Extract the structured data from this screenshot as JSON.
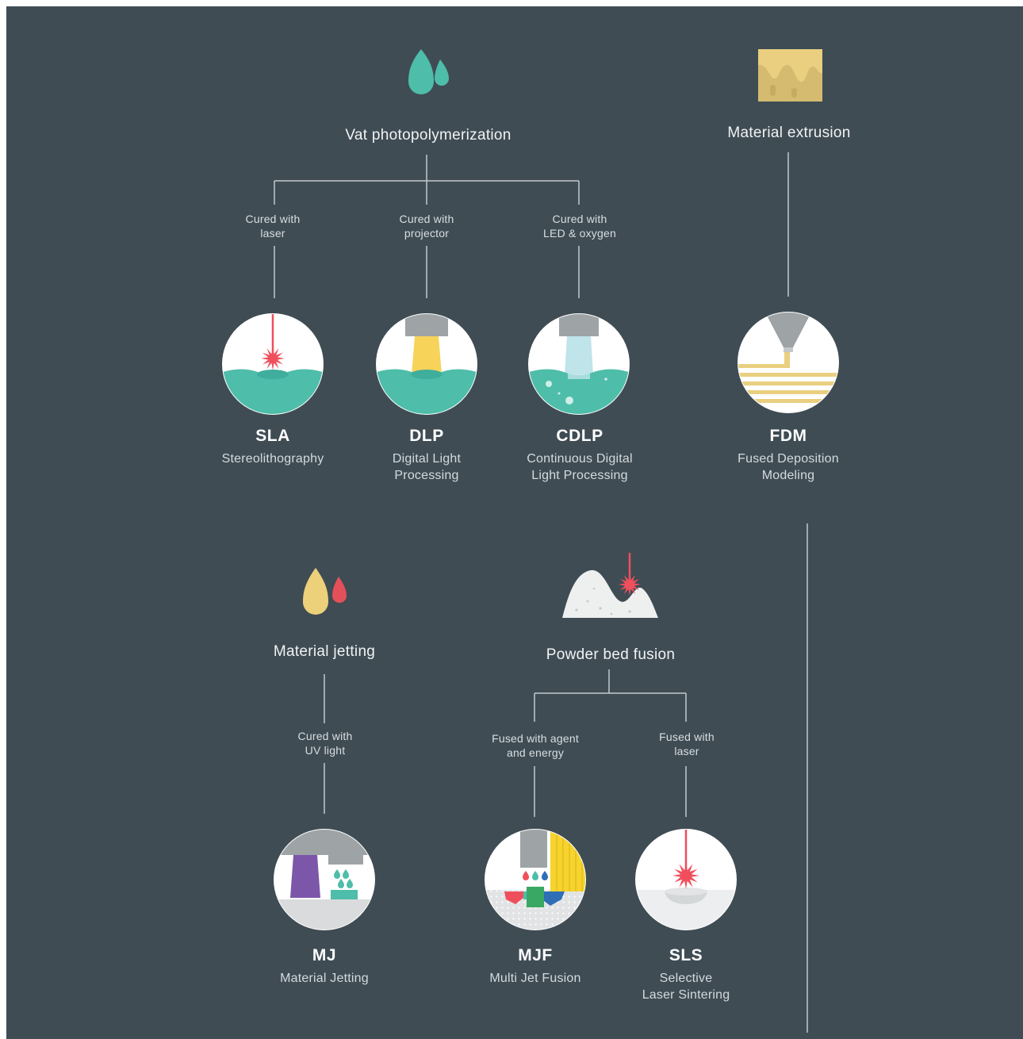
{
  "categories": {
    "vat": "Vat photopolymerization",
    "extrusion": "Material extrusion",
    "jetting": "Material jetting",
    "powder": "Powder bed fusion"
  },
  "conditions": {
    "sla": [
      "Cured with",
      "laser"
    ],
    "dlp": [
      "Cured with",
      "projector"
    ],
    "cdlp": [
      "Cured with",
      "LED & oxygen"
    ],
    "mj": [
      "Cured with",
      "UV light"
    ],
    "mjf": [
      "Fused with agent",
      "and energy"
    ],
    "sls": [
      "Fused with",
      "laser"
    ]
  },
  "technologies": {
    "sla": {
      "abbr": "SLA",
      "name": [
        "Stereolithography"
      ]
    },
    "dlp": {
      "abbr": "DLP",
      "name": [
        "Digital Light",
        "Processing"
      ]
    },
    "cdlp": {
      "abbr": "CDLP",
      "name": [
        "Continuous Digital",
        "Light Processing"
      ]
    },
    "fdm": {
      "abbr": "FDM",
      "name": [
        "Fused Deposition",
        "Modeling"
      ]
    },
    "mj": {
      "abbr": "MJ",
      "name": [
        "Material Jetting"
      ]
    },
    "mjf": {
      "abbr": "MJF",
      "name": [
        "Multi Jet Fusion"
      ]
    },
    "sls": {
      "abbr": "SLS",
      "name": [
        "Selective",
        "Laser Sintering"
      ]
    }
  },
  "icons": {
    "vat": "resin-drops-icon",
    "extrusion": "melting-filament-icon",
    "jetting": "jetting-drops-icon",
    "powder": "powder-laser-icon",
    "sla": "sla-laser-vat-icon",
    "dlp": "dlp-projector-vat-icon",
    "cdlp": "cdlp-continuous-vat-icon",
    "fdm": "fdm-nozzle-icon",
    "mj": "mj-printhead-icon",
    "mjf": "mjf-agent-icon",
    "sls": "sls-laser-powder-icon"
  },
  "colors": {
    "background": "#3f4c54",
    "line": "#c3c9cd",
    "resin": "#4ebdaa",
    "laser": "#ef4f5c",
    "filament": "#e9cf7f",
    "light": "#f7d35a",
    "gray": "#9ea3a6"
  }
}
